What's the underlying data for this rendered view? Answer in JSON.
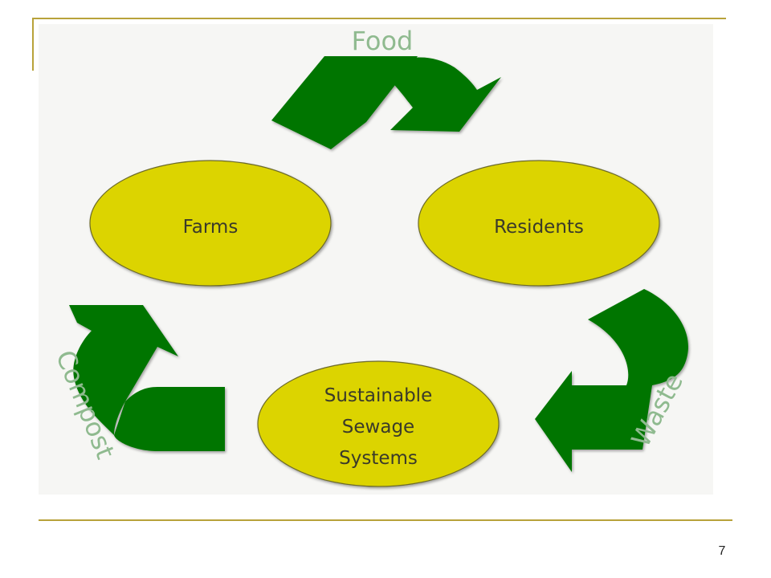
{
  "colors": {
    "rule": "#b8a23a",
    "panel": "#f6f6f4",
    "node_fill": "#dcd400",
    "node_text": "#3a3a2a",
    "arrow_fill": "#037503",
    "flow_label": "#8fba8f"
  },
  "nodes": {
    "farms": "Farms",
    "residents": "Residents",
    "sewage": {
      "line1": "Sustainable",
      "line2": "Sewage",
      "line3": "Systems"
    }
  },
  "flows": {
    "food": "Food",
    "waste": "Waste",
    "compost": "Compost"
  },
  "icons": {
    "arrows": "recycle-arrow-icon"
  },
  "page_number": "7"
}
